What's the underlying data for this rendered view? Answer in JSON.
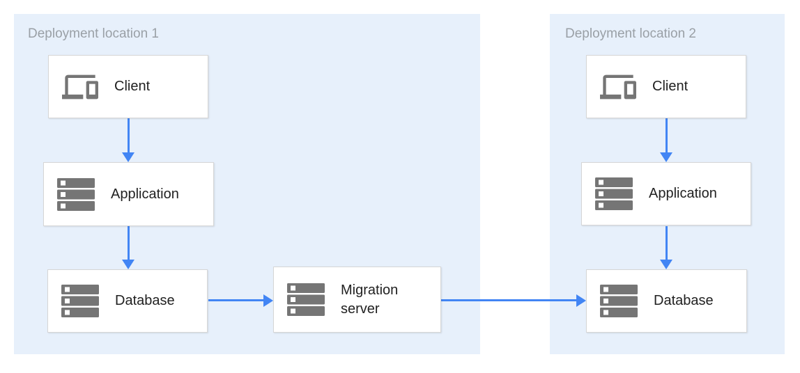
{
  "diagram": {
    "regions": [
      {
        "id": "deployment-location-1",
        "title": "Deployment location 1"
      },
      {
        "id": "deployment-location-2",
        "title": "Deployment location 2"
      }
    ],
    "nodes": {
      "client1": {
        "label": "Client",
        "icon": "devices-icon",
        "region": "deployment-location-1"
      },
      "application1": {
        "label": "Application",
        "icon": "servers-icon",
        "region": "deployment-location-1"
      },
      "database1": {
        "label": "Database",
        "icon": "servers-icon",
        "region": "deployment-location-1"
      },
      "migration_server": {
        "label": "Migration server",
        "icon": "servers-icon",
        "region": "deployment-location-1"
      },
      "client2": {
        "label": "Client",
        "icon": "devices-icon",
        "region": "deployment-location-2"
      },
      "application2": {
        "label": "Application",
        "icon": "servers-icon",
        "region": "deployment-location-2"
      },
      "database2": {
        "label": "Database",
        "icon": "servers-icon",
        "region": "deployment-location-2"
      }
    },
    "edges": [
      {
        "from": "client1",
        "to": "application1",
        "direction": "down"
      },
      {
        "from": "application1",
        "to": "database1",
        "direction": "down"
      },
      {
        "from": "database1",
        "to": "migration_server",
        "direction": "right"
      },
      {
        "from": "migration_server",
        "to": "database2",
        "direction": "right"
      },
      {
        "from": "client2",
        "to": "application2",
        "direction": "down"
      },
      {
        "from": "application2",
        "to": "database2",
        "direction": "down"
      }
    ],
    "colors": {
      "region_bg": "#e7f0fb",
      "arrow": "#4285f4",
      "icon": "#757575",
      "node_bg": "#ffffff",
      "node_border": "#d6d6d6",
      "region_title": "#9aa0a6",
      "node_label": "#212121"
    }
  }
}
